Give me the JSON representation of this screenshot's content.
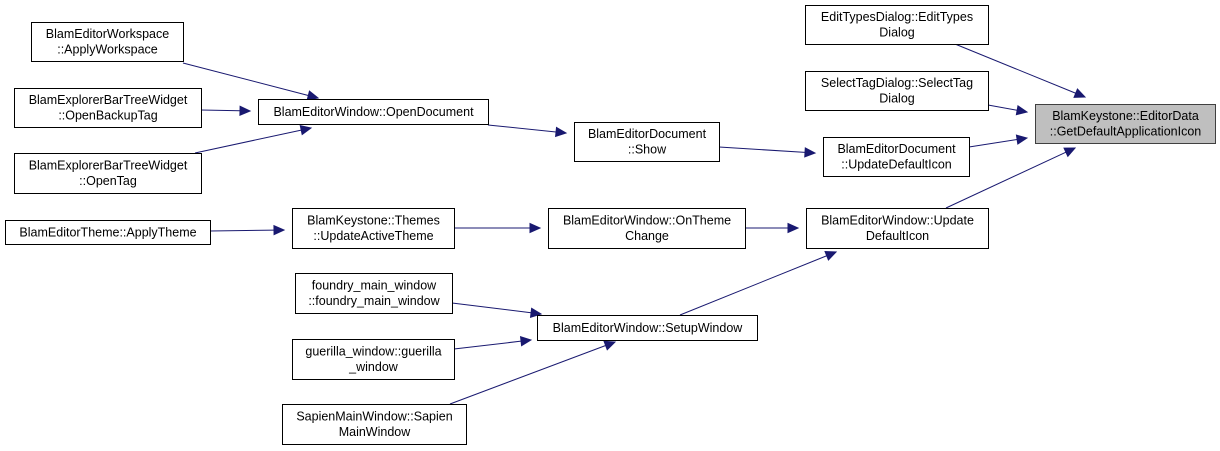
{
  "diagram": {
    "type": "call-graph",
    "edge_color": "#191970",
    "target_fill": "#bfbfbf",
    "nodes": [
      {
        "id": "target",
        "lines": [
          "BlamKeystone::EditorData",
          "::GetDefaultApplicationIcon"
        ],
        "highlighted": true
      },
      {
        "id": "edit_types",
        "lines": [
          "EditTypesDialog::EditTypes",
          "Dialog"
        ]
      },
      {
        "id": "select_tag",
        "lines": [
          "SelectTagDialog::SelectTag",
          "Dialog"
        ]
      },
      {
        "id": "doc_update_icon",
        "lines": [
          "BlamEditorDocument",
          "::UpdateDefaultIcon"
        ]
      },
      {
        "id": "win_update_icon",
        "lines": [
          "BlamEditorWindow::Update",
          "DefaultIcon"
        ]
      },
      {
        "id": "doc_show",
        "lines": [
          "BlamEditorDocument",
          "::Show"
        ]
      },
      {
        "id": "open_document",
        "lines": [
          "BlamEditorWindow::OpenDocument"
        ]
      },
      {
        "id": "on_theme_change",
        "lines": [
          "BlamEditorWindow::OnTheme",
          "Change"
        ]
      },
      {
        "id": "update_active_theme",
        "lines": [
          "BlamKeystone::Themes",
          "::UpdateActiveTheme"
        ]
      },
      {
        "id": "apply_theme",
        "lines": [
          "BlamEditorTheme::ApplyTheme"
        ]
      },
      {
        "id": "apply_workspace",
        "lines": [
          "BlamEditorWorkspace",
          "::ApplyWorkspace"
        ]
      },
      {
        "id": "open_backup_tag",
        "lines": [
          "BlamExplorerBarTreeWidget",
          "::OpenBackupTag"
        ]
      },
      {
        "id": "open_tag",
        "lines": [
          "BlamExplorerBarTreeWidget",
          "::OpenTag"
        ]
      },
      {
        "id": "setup_window",
        "lines": [
          "BlamEditorWindow::SetupWindow"
        ]
      },
      {
        "id": "foundry",
        "lines": [
          "foundry_main_window",
          "::foundry_main_window"
        ]
      },
      {
        "id": "guerilla",
        "lines": [
          "guerilla_window::guerilla",
          "_window"
        ]
      },
      {
        "id": "sapien",
        "lines": [
          "SapienMainWindow::Sapien",
          "MainWindow"
        ]
      }
    ],
    "edges": [
      {
        "from": "edit_types",
        "to": "target"
      },
      {
        "from": "select_tag",
        "to": "target"
      },
      {
        "from": "doc_update_icon",
        "to": "target"
      },
      {
        "from": "win_update_icon",
        "to": "target"
      },
      {
        "from": "doc_show",
        "to": "doc_update_icon"
      },
      {
        "from": "open_document",
        "to": "doc_show"
      },
      {
        "from": "apply_workspace",
        "to": "open_document"
      },
      {
        "from": "open_backup_tag",
        "to": "open_document"
      },
      {
        "from": "open_tag",
        "to": "open_document"
      },
      {
        "from": "on_theme_change",
        "to": "win_update_icon"
      },
      {
        "from": "update_active_theme",
        "to": "on_theme_change"
      },
      {
        "from": "apply_theme",
        "to": "update_active_theme"
      },
      {
        "from": "setup_window",
        "to": "win_update_icon"
      },
      {
        "from": "foundry",
        "to": "setup_window"
      },
      {
        "from": "guerilla",
        "to": "setup_window"
      },
      {
        "from": "sapien",
        "to": "setup_window"
      }
    ]
  }
}
